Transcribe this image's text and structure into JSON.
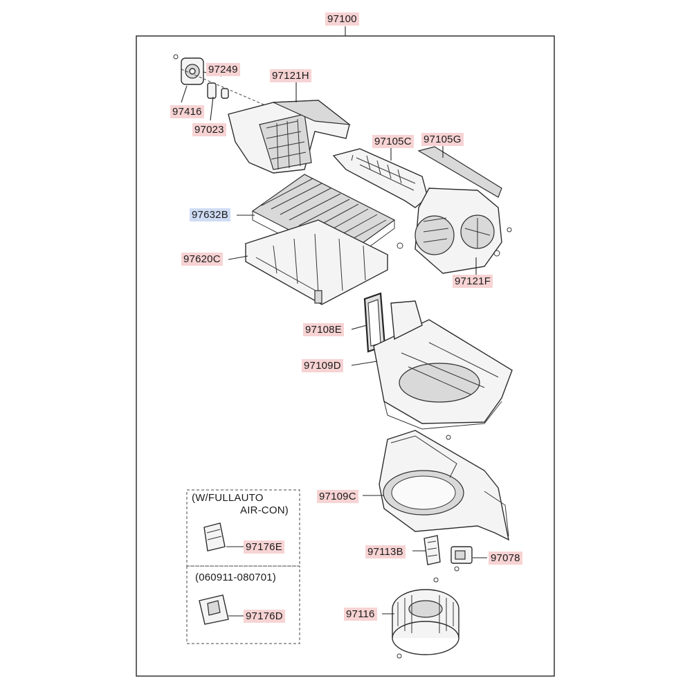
{
  "assembly": "97100",
  "parts": {
    "p97249": "97249",
    "p97121H": "97121H",
    "p97416": "97416",
    "p97023": "97023",
    "p97105C": "97105C",
    "p97105G": "97105G",
    "p97632B": "97632B",
    "p97620C": "97620C",
    "p97121F": "97121F",
    "p97108E": "97108E",
    "p97109D": "97109D",
    "p97109C": "97109C",
    "p97113B": "97113B",
    "p97078": "97078",
    "p97116": "97116",
    "p97176E": "97176E",
    "p97176D": "97176D"
  },
  "options": {
    "box1_line1": "(W/FULLAUTO",
    "box1_line2": "AIR-CON)",
    "box2_line1": "(060911-080701)"
  },
  "colors": {
    "label_highlight": "#f7d3d3",
    "selected_highlight": "#cfdcf4"
  }
}
